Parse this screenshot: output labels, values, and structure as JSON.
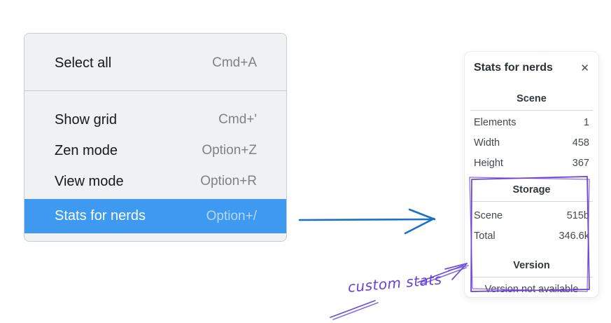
{
  "context_menu": {
    "items": [
      {
        "label": "Select all",
        "shortcut": "Cmd+A"
      },
      {
        "label": "Show grid",
        "shortcut": "Cmd+'"
      },
      {
        "label": "Zen mode",
        "shortcut": "Option+Z"
      },
      {
        "label": "View mode",
        "shortcut": "Option+R"
      },
      {
        "label": "Stats for nerds",
        "shortcut": "Option+/"
      }
    ],
    "selected_item": "Stats for nerds"
  },
  "stats_panel": {
    "title": "Stats for nerds",
    "close_icon": "✕",
    "scene": {
      "heading": "Scene",
      "rows": [
        {
          "label": "Elements",
          "value": "1"
        },
        {
          "label": "Width",
          "value": "458"
        },
        {
          "label": "Height",
          "value": "367"
        }
      ]
    },
    "storage": {
      "heading": "Storage",
      "rows": [
        {
          "label": "Scene",
          "value": "515b"
        },
        {
          "label": "Total",
          "value": "346.6k"
        }
      ]
    },
    "version": {
      "heading": "Version",
      "note": "Version not available"
    }
  },
  "annotations": {
    "custom_stats_label": "custom stats"
  },
  "colors": {
    "menu_highlight_blue": "#3d9af0",
    "arrow_blue": "#1a70c7",
    "annotation_purple": "#6741d9"
  }
}
